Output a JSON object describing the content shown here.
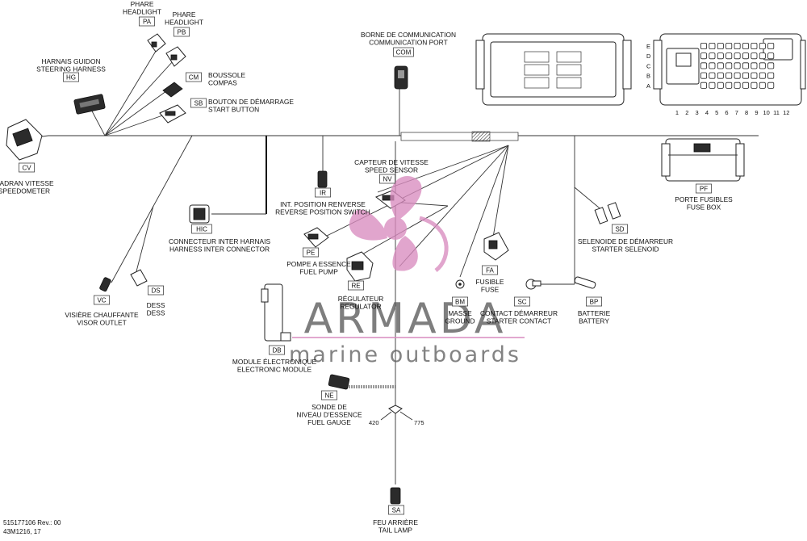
{
  "components": [
    {
      "code": "PA",
      "lines": [
        "PHARE",
        "HEADLIGHT"
      ]
    },
    {
      "code": "PB",
      "lines": [
        "PHARE",
        "HEADLIGHT"
      ]
    },
    {
      "code": "HG",
      "lines": [
        "HARNAIS GUIDON",
        "STEERING HARNESS"
      ]
    },
    {
      "code": "CM",
      "lines": [
        "BOUSSOLE",
        "COMPAS"
      ]
    },
    {
      "code": "SB",
      "lines": [
        "BOUTON DE DÉMARRAGE",
        "START BUTTON"
      ]
    },
    {
      "code": "COM",
      "lines": [
        "BORNE DE COMMUNICATION",
        "COMMUNICATION PORT"
      ]
    },
    {
      "code": "CV",
      "lines": [
        "CADRAN VITESSE",
        "SPEEDOMETER"
      ]
    },
    {
      "code": "NV",
      "lines": [
        "CAPTEUR DE VITESSE",
        "SPEED SENSOR"
      ]
    },
    {
      "code": "IR",
      "lines": [
        "INT. POSITION RENVERSE",
        "REVERSE POSITION SWITCH"
      ]
    },
    {
      "code": "PF",
      "lines": [
        "PORTE FUSIBLES",
        "FUSE BOX"
      ]
    },
    {
      "code": "HIC",
      "lines": [
        "CONNECTEUR INTER HARNAIS",
        "HARNESS INTER CONNECTOR"
      ]
    },
    {
      "code": "PE",
      "lines": [
        "POMPE A ESSENCE",
        "FUEL PUMP"
      ]
    },
    {
      "code": "SD",
      "lines": [
        "SELENOIDE DE DÉMARREUR",
        "STARTER SELENOID"
      ]
    },
    {
      "code": "FA",
      "lines": [
        "FUSIBLE",
        "FUSE"
      ]
    },
    {
      "code": "RE",
      "lines": [
        "RÉGULATEUR",
        "REGULATOR"
      ]
    },
    {
      "code": "VC",
      "lines": [
        "VISIÈRE CHAUFFANTE",
        "VISOR OUTLET"
      ]
    },
    {
      "code": "DS",
      "lines": [
        "DESS",
        "DESS"
      ]
    },
    {
      "code": "BM",
      "lines": [
        "MASSE",
        "GROUND"
      ]
    },
    {
      "code": "SC",
      "lines": [
        "CONTACT DÉMARREUR",
        "STARTER CONTACT"
      ]
    },
    {
      "code": "BP",
      "lines": [
        "BATTERIE",
        "BATTERY"
      ]
    },
    {
      "code": "DB",
      "lines": [
        "MODULE ÉLECTRONIQUE",
        "ELECTRONIC MODULE"
      ]
    },
    {
      "code": "NE",
      "lines": [
        "SONDE DE",
        "NIVEAU D'ESSENCE",
        "FUEL GAUGE"
      ]
    },
    {
      "code": "SA",
      "lines": [
        "FEU ARRIÈRE",
        "TAIL LAMP"
      ]
    }
  ],
  "fuse_box_rows": [
    "E",
    "D",
    "C",
    "B",
    "A"
  ],
  "fuse_box_columns": [
    "1",
    "2",
    "3",
    "4",
    "5",
    "6",
    "7",
    "8",
    "9",
    "10",
    "11",
    "12"
  ],
  "callouts": [
    "420",
    "775"
  ],
  "footer": {
    "line1": "515177106 Rev.: 00",
    "line2": "43M1216, 17"
  },
  "watermark": {
    "brand": "ARMADA",
    "tagline": "marine outboards",
    "color": "#d98cbf"
  }
}
